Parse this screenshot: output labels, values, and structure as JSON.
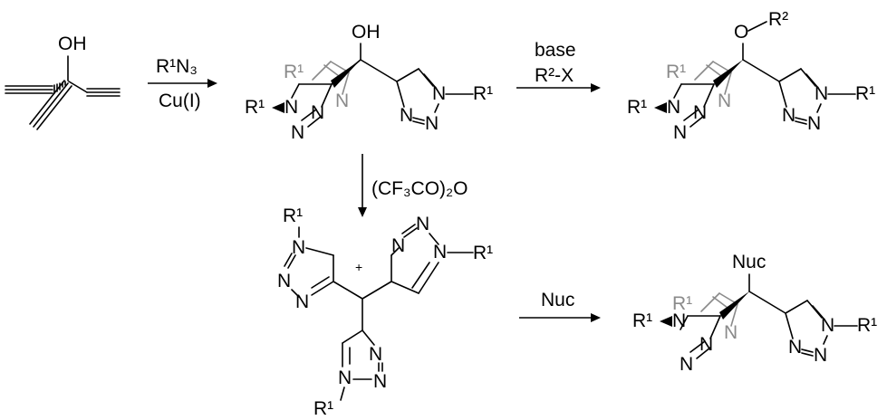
{
  "starting_material": {
    "oh": "OH"
  },
  "reaction_1": {
    "reagent_line1": "R¹N₃",
    "reagent_line2": "Cu(I)"
  },
  "reaction_2": {
    "reagent_line1": "base",
    "reagent_line2": "R²-X"
  },
  "reaction_3": {
    "reagent": "(CF₃CO)₂O"
  },
  "reaction_4": {
    "reagent": "Nuc"
  },
  "product_alcohol": {
    "oh": "OH",
    "r1_back": "R¹",
    "r1_left": "R¹",
    "r1_right": "R¹",
    "n": "N"
  },
  "product_ether": {
    "o": "O",
    "r2": "R²",
    "r1_back": "R¹",
    "r1_left": "R¹",
    "r1_right": "R¹",
    "n": "N"
  },
  "cation": {
    "plus": "+",
    "r1_top": "R¹",
    "r1_right": "R¹",
    "r1_bottom": "R¹",
    "n": "N"
  },
  "product_nuc": {
    "nuc": "Nuc",
    "r1_back": "R¹",
    "r1_left": "R¹",
    "r1_right": "R¹",
    "n": "N"
  }
}
